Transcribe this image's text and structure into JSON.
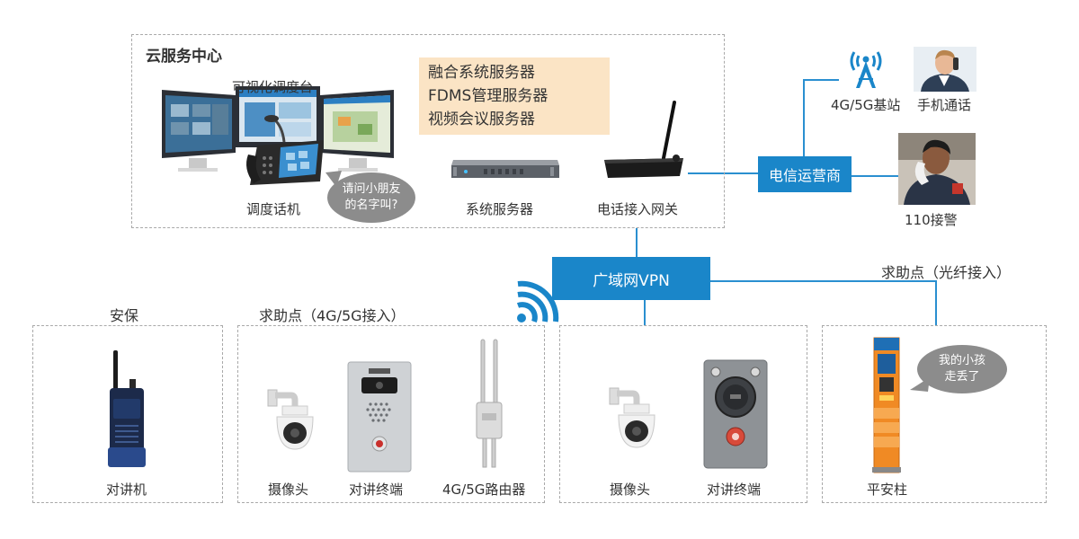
{
  "cloud": {
    "title": "云服务中心",
    "console_label": "可视化调度台",
    "phone_label": "调度话机",
    "bubble_child": "请问小朋友\n的名字叫?",
    "servers": [
      "融合系统服务器",
      "FDMS管理服务器",
      "视频会议服务器"
    ],
    "system_server_label": "系统服务器",
    "gateway_label": "电话接入网关"
  },
  "telecom": {
    "operator_label": "电信运营商",
    "base_station_label": "4G/5G基站",
    "mobile_call_label": "手机通话",
    "police_label": "110接警"
  },
  "network": {
    "wan_label": "广域网VPN",
    "fiber_label": "求助点（光纤接入）"
  },
  "security": {
    "title": "安保",
    "radio_label": "对讲机"
  },
  "help4g": {
    "title": "求助点（4G/5G接入）",
    "camera_label": "摄像头",
    "intercom_label": "对讲终端",
    "router_label": "4G/5G路由器"
  },
  "help_center": {
    "camera_label": "摄像头",
    "intercom_label": "对讲终端"
  },
  "pillar": {
    "label": "平安柱",
    "bubble_text": "我的小孩\n走丢了"
  },
  "colors": {
    "accent": "#1a86c9",
    "server_bg": "#fbe4c5",
    "bubble": "#8c8c8c",
    "dash": "#a9a9a9"
  }
}
